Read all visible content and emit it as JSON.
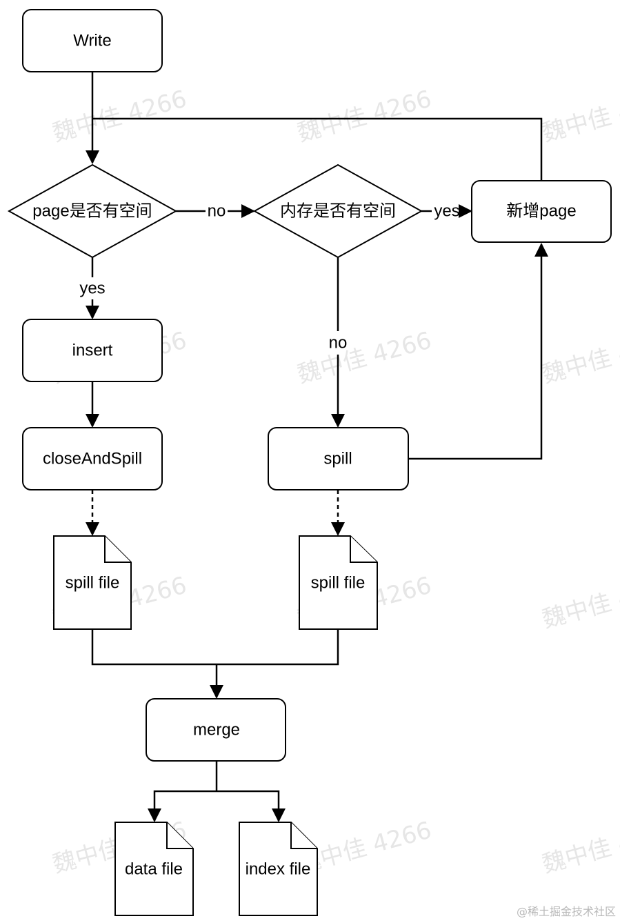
{
  "nodes": {
    "write": "Write",
    "page_check": "page是否有空间",
    "mem_check": "内存是否有空间",
    "new_page": "新增page",
    "insert": "insert",
    "close_spill": "closeAndSpill",
    "spill": "spill",
    "spill_file_left": "spill file",
    "spill_file_right": "spill file",
    "merge": "merge",
    "data_file": "data file",
    "index_file": "index file"
  },
  "edges": {
    "page_no": "no",
    "page_yes": "yes",
    "mem_yes": "yes",
    "mem_no": "no"
  },
  "watermark": "魏中佳 4266",
  "credit": "@稀土掘金技术社区"
}
